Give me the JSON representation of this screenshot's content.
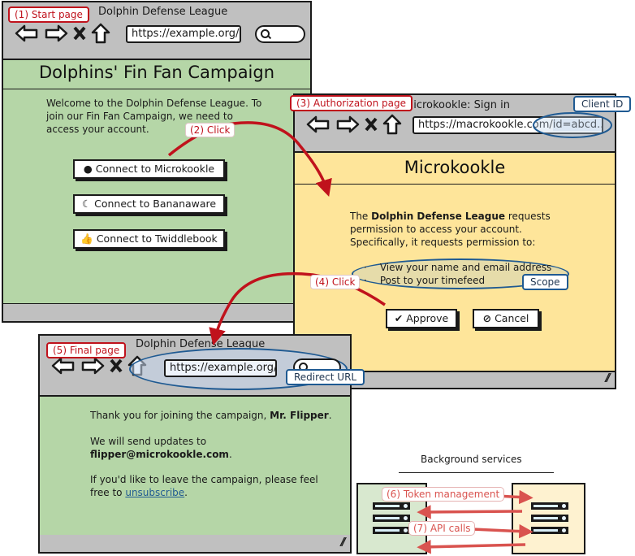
{
  "start_window": {
    "label": "(1) Start page",
    "title": "Dolphin Defense League",
    "url": "https://example.org/",
    "heading": "Dolphins' Fin Fan Campaign",
    "intro": "Welcome to the Dolphin Defense League. To join our Fin Fan Campaign, we need to access your account.",
    "buttons": [
      {
        "label": "Connect to Microkookle",
        "icon": "globe-icon"
      },
      {
        "label": "Connect to Bananaware",
        "icon": "moon-icon"
      },
      {
        "label": "Connect to Twiddlebook",
        "icon": "thumbs-up-icon"
      }
    ]
  },
  "auth_window": {
    "label": "(3) Authorization page",
    "title": "Microkookle: Sign in",
    "url": "https://macrokookle.com/",
    "url_param": "id=abcd...",
    "heading": "Microkookle",
    "intro_pre": "The ",
    "intro_bold": "Dolphin Defense League",
    "intro_post": " requests permission to access your account. Specifically, it requests permission to:",
    "scopes": [
      "View your name and email address",
      "Post to your timefeed"
    ],
    "approve_label": "Approve",
    "cancel_label": "Cancel"
  },
  "final_window": {
    "label": "(5) Final page",
    "title": "Dolphin Defense League",
    "url": "https://example.org/",
    "line1_pre": "Thank you for joining the campaign, ",
    "line1_bold": "Mr. Flipper",
    "line1_post": ".",
    "line2": "We will send updates to",
    "email": "flipper@microkookle.com",
    "email_post": ".",
    "line3": "If you'd like to leave the campaign, please feel free to ",
    "link": "unsubscribe",
    "link_post": "."
  },
  "annotations": {
    "click_2": "(2) Click",
    "click_4": "(4) Click",
    "client_id": "Client ID",
    "scope": "Scope",
    "redirect_url": "Redirect URL",
    "token_mgmt": "(6) Token management",
    "api_calls": "(7) API calls"
  },
  "background": {
    "title": "Background services"
  },
  "colors": {
    "green": "#b5d6a7",
    "yellow": "#fee59a",
    "chrome": "#c0c0c0",
    "red_accent": "#c0121c",
    "blue_accent": "#1f5a92",
    "pink_arrow": "#d9534f"
  }
}
